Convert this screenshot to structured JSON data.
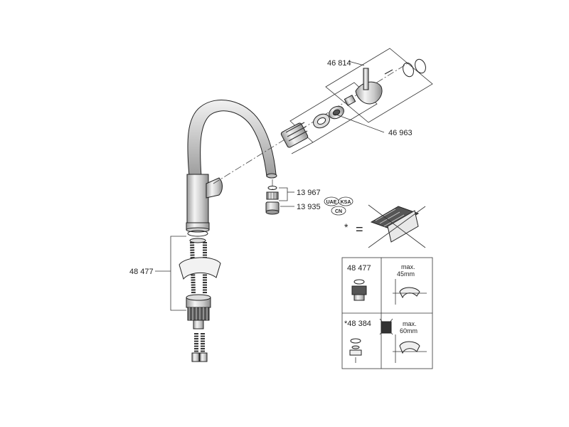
{
  "parts": {
    "p46814": "46 814",
    "p46963": "46 963",
    "p13967": "13 967",
    "p13935": "13 935",
    "p48477": "48 477"
  },
  "badges": [
    "UAE",
    "KSA",
    "CN"
  ],
  "note": {
    "star": "*",
    "equals": "="
  },
  "table": {
    "row1_part": "48 477",
    "row1_max": "max.",
    "row1_dim": "45mm",
    "row2_part": "*48 384",
    "row2_max": "max.",
    "row2_dim": "60mm"
  }
}
